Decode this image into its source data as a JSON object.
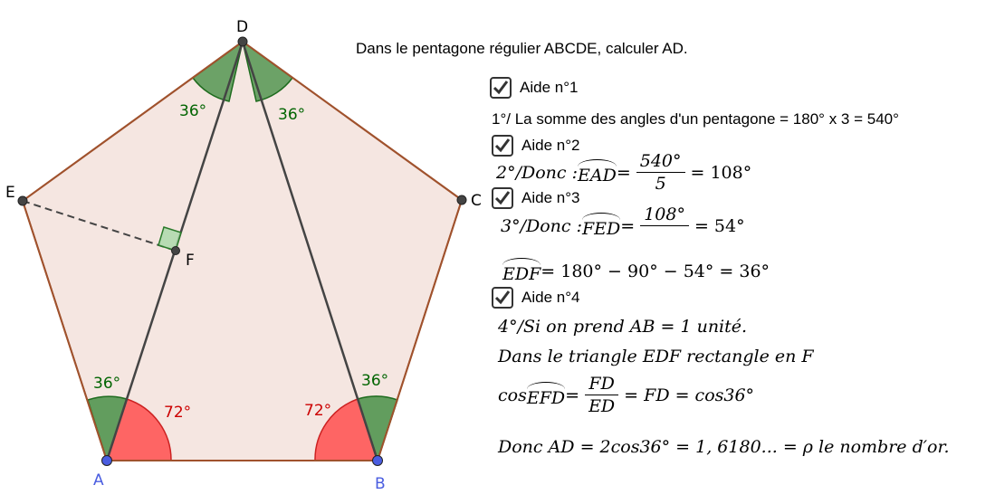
{
  "points": {
    "A": "A",
    "B": "B",
    "C": "C",
    "D": "D",
    "E": "E",
    "F": "F"
  },
  "angles": {
    "a36": "36°",
    "a72": "72°"
  },
  "title": "Dans le pentagone régulier ABCDE, calculer AD.",
  "aides": [
    "Aide n°1",
    "Aide n°2",
    "Aide n°3",
    "Aide n°4"
  ],
  "step1": "1°/ La somme des angles d'un pentagone = 180° x 3 = 540°",
  "step2": {
    "prefix": "2°/Donc : ",
    "angle": "EAD",
    "eq1": " = ",
    "num": "540°",
    "den": "5",
    "eq2": " = 108°"
  },
  "step3": {
    "prefix": "3°/Donc : ",
    "angle": "FED",
    "eq1": " = ",
    "num": "108°",
    "den": "",
    "eq2": " = 54°"
  },
  "step3b": {
    "angle": "EDF",
    "rest": " = 180° − 90° − 54° = 36°"
  },
  "step4": {
    "line1": "4°/Si on prend AB  =  1 unité.",
    "line2": "Dans le triangle EDF rectangle en F",
    "cos_prefix": "cos",
    "cos_angle": "EFD",
    "eq1": " = ",
    "num": "FD",
    "den": "ED",
    "eq2": " = FD = cos36°",
    "line4": "Donc AD = 2cos36° = 1, 6180... = ρ le nombre d′or."
  },
  "colors": {
    "pentagon_fill": "#f5e6e1",
    "pentagon_stroke": "#a0522d",
    "green": "#228b22",
    "red": "#ff4040",
    "point_blue": "#4a5de0",
    "segment": "#444444"
  }
}
